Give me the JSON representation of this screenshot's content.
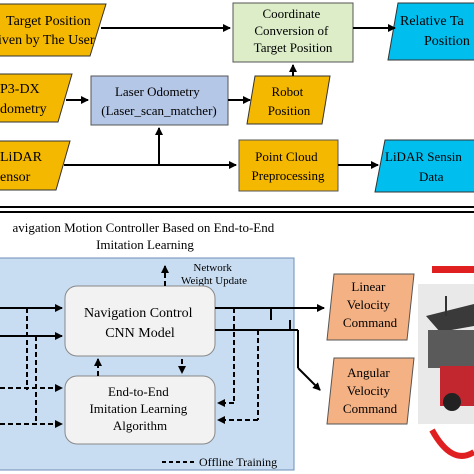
{
  "colors": {
    "orange": "#f5b800",
    "cyan": "#00bfef",
    "green": "#dcedc8",
    "lightblue": "#b5c7e7",
    "salmon": "#f4b183",
    "panel": "#c9ddf2",
    "roundbox": "#f2f2f2",
    "red": "#e02020"
  },
  "top": {
    "target_position": [
      "Target Position",
      "iven by The User"
    ],
    "coordinate_conversion": [
      "Coordinate",
      "Conversion of",
      "Target Position"
    ],
    "relative_position": [
      "Relative Ta",
      "Position"
    ],
    "p3dx_odometry": [
      "P3-DX",
      "dometry"
    ],
    "laser_odometry": [
      "Laser Odometry",
      "(Laser_scan_matcher)"
    ],
    "robot_position": [
      "Robot",
      "Position"
    ],
    "lidar_sensor": [
      "LiDAR",
      "ensor"
    ],
    "point_cloud": [
      "Point Cloud",
      "Preprocessing"
    ],
    "lidar_sensing_data": [
      "LiDAR Sensin",
      "Data"
    ]
  },
  "bottom": {
    "title": [
      "avigation Motion Controller Based on End-to-End",
      "Imitation Learning"
    ],
    "weight_update": [
      "Network",
      "Weight Update"
    ],
    "cnn_model": [
      "Navigation Control",
      "CNN Model"
    ],
    "imitation_algorithm": [
      "End-to-End",
      "Imitation Learning",
      "Algorithm"
    ],
    "offline_training": "Offline Training",
    "linear_velocity": [
      "Linear",
      "Velocity",
      "Command"
    ],
    "angular_velocity": [
      "Angular",
      "Velocity",
      "Command"
    ]
  }
}
